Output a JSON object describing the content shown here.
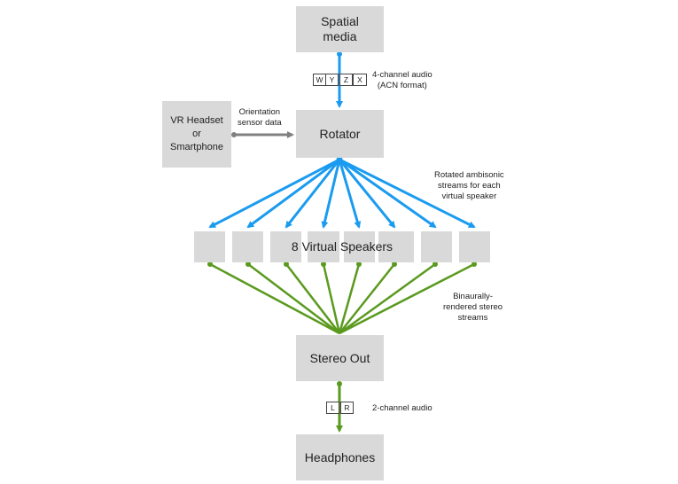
{
  "nodes": {
    "spatial_media": [
      "Spatial",
      "media"
    ],
    "rotator": "Rotator",
    "vr_headset": [
      "VR Headset",
      "or",
      "Smartphone"
    ],
    "speakers_label": "8 Virtual Speakers",
    "stereo_out": "Stereo Out",
    "headphones": "Headphones"
  },
  "channels_4": [
    "W",
    "Y",
    "Z",
    "X"
  ],
  "channels_2": [
    "L",
    "R"
  ],
  "labels": {
    "four_channel": [
      "4-channel audio",
      "(ACN format)"
    ],
    "orientation": [
      "Orientation",
      "sensor data"
    ],
    "rotated": [
      "Rotated ambisonic",
      "streams for each",
      "virtual speaker"
    ],
    "binaural": [
      "Binaurally-",
      "rendered stereo",
      "streams"
    ],
    "two_channel": "2-channel audio"
  },
  "colors": {
    "box": "#d9d9d9",
    "blue_arrow": "#1a9bf0",
    "green_line": "#5a9a1e",
    "gray_arrow": "#808080"
  }
}
